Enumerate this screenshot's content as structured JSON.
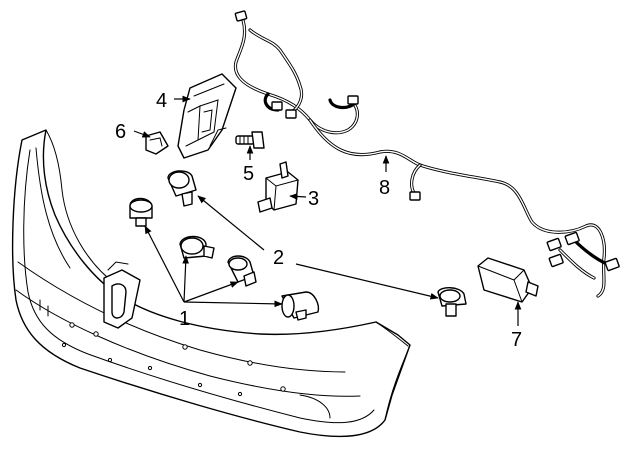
{
  "callouts": {
    "c1": "1",
    "c2": "2",
    "c3": "3",
    "c4": "4",
    "c5": "5",
    "c6": "6",
    "c7": "7",
    "c8": "8"
  },
  "colors": {
    "line": "#000000",
    "background": "#ffffff"
  },
  "icons": [
    "arrow-icon"
  ]
}
